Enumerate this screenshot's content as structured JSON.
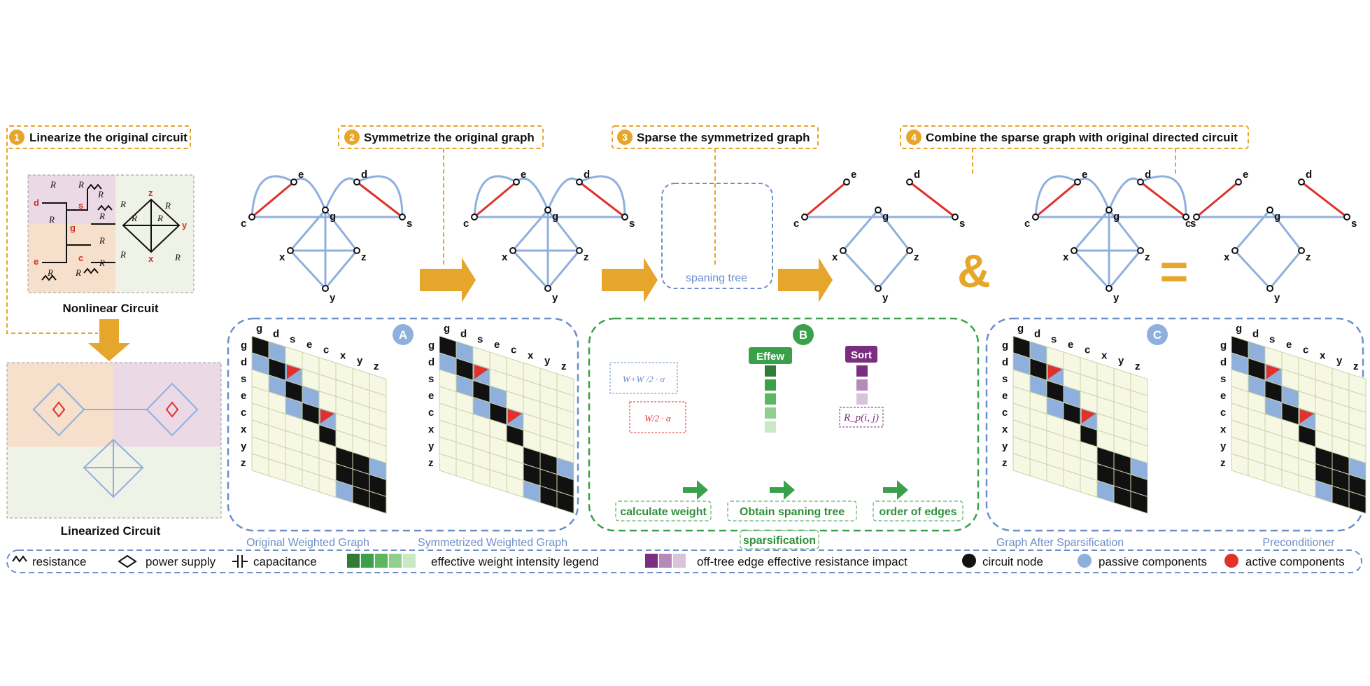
{
  "steps": [
    {
      "num": "1",
      "label": "Linearize the original circuit"
    },
    {
      "num": "2",
      "label": "Symmetrize the original graph"
    },
    {
      "num": "3",
      "label": "Sparse the symmetrized graph"
    },
    {
      "num": "4",
      "label": "Combine the sparse graph with original directed circuit"
    }
  ],
  "circuits": {
    "nonlinear": "Nonlinear Circuit",
    "linearized": "Linearized Circuit"
  },
  "graph_nodes": {
    "e": "e",
    "d": "d",
    "g": "g",
    "c": "c",
    "s": "s",
    "x": "x",
    "y": "y",
    "z": "z"
  },
  "spanning_tree_label": "spaning tree",
  "panels": {
    "A": "A",
    "B": "B",
    "C": "C"
  },
  "matrix_axis": [
    "g",
    "d",
    "s",
    "e",
    "c",
    "x",
    "y",
    "z"
  ],
  "matrix_titles": {
    "original": "Original Weighted Graph",
    "symmetrized": "Symmetrized Weighted Graph",
    "after_sparse": "Graph After Sparsification",
    "preconditioner": "Preconditioner"
  },
  "process_b": {
    "effew": "Effew",
    "sort": "Sort",
    "calc_weight": "calculate weight",
    "obtain_tree": "Obtain spaning tree",
    "order_edges": "order of edges",
    "sparsification": "sparsification",
    "rp_label": "R_p(i, j)"
  },
  "legend": {
    "resistance": "resistance",
    "power_supply": "power supply",
    "capacitance": "capacitance",
    "weight_legend": "effective weight intensity legend",
    "offtree_legend": "off-tree edge effective resistance impact",
    "circuit_node": "circuit node",
    "passive": "passive components",
    "active": "active components"
  },
  "symbols": {
    "amp": "&",
    "equals": "="
  },
  "colors": {
    "orange": "#e6a62b",
    "blue": "#6b8fc9",
    "green": "#3aa04a",
    "red": "#e0322b",
    "purple": "#7b2d80",
    "lightblue": "#8fb0dd",
    "cream": "#f7f8e3"
  }
}
